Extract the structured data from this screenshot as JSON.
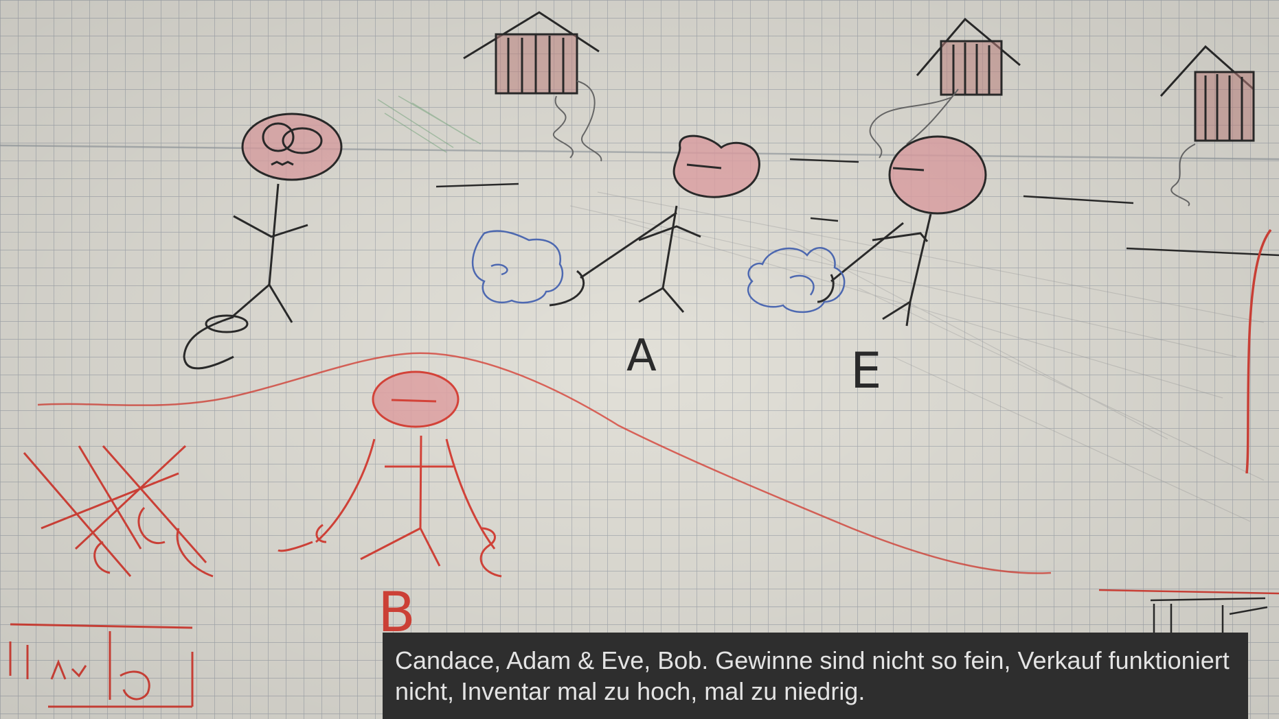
{
  "caption": {
    "text": "Candace, Adam & Eve, Bob. Gewinne sind nicht so fein, Verkauf funktioniert nicht, Inventar mal zu hoch, mal zu niedrig."
  },
  "labels": {
    "adam": "A",
    "eve": "E",
    "bob": "B"
  },
  "colors": {
    "paper": "#e2e0d8",
    "grid": "#a9aeb3",
    "pencil": "#2b2b2b",
    "red": "#d9443a",
    "pink": "#e3a3a6",
    "blue": "#4f6bb5",
    "caption_bg": "#2e2e2e",
    "caption_text": "#e4e4e4"
  }
}
